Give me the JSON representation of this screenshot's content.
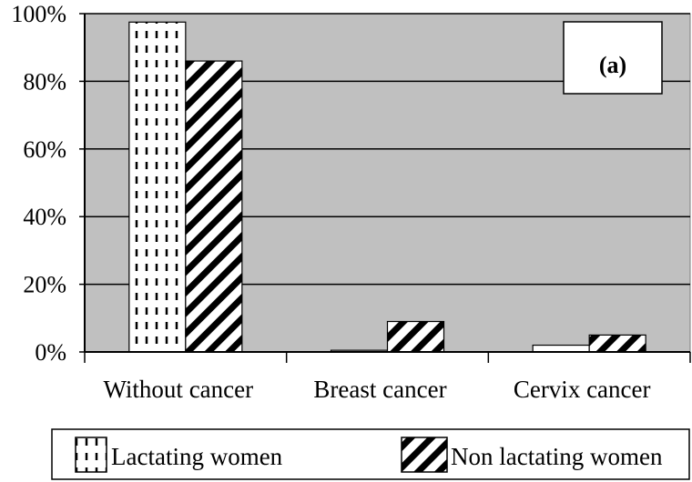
{
  "chart_data": {
    "type": "bar",
    "categories": [
      "Without cancer",
      "Breast cancer",
      "Cervix cancer"
    ],
    "series": [
      {
        "name": "Lactating women",
        "values": [
          97.5,
          0.5,
          2
        ],
        "pattern": "dashed-vertical",
        "color": "#ffffff"
      },
      {
        "name": "Non lactating women",
        "values": [
          86,
          9,
          5
        ],
        "pattern": "diagonal-stripes",
        "color": "#ffffff"
      }
    ],
    "ylim": [
      0,
      100
    ],
    "yticks": [
      "0%",
      "20%",
      "40%",
      "60%",
      "80%",
      "100%"
    ],
    "ytick_values": [
      0,
      20,
      40,
      60,
      80,
      100
    ],
    "annotation": "(a)",
    "grid": true,
    "legend_position": "bottom",
    "plot_background": "#c0c0c0"
  }
}
